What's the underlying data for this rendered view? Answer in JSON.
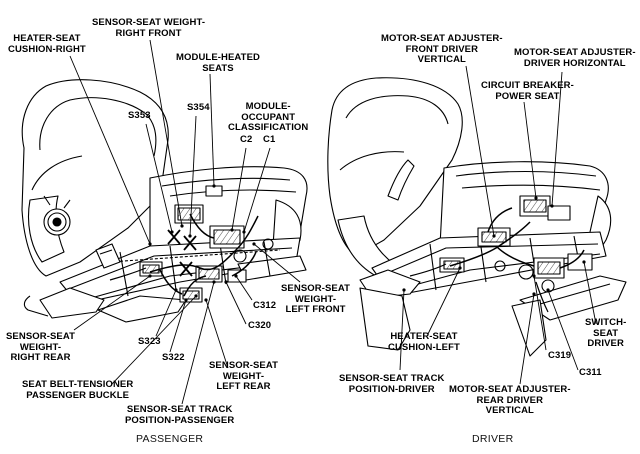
{
  "callouts": {
    "heater_seat_cushion_right": "HEATER-SEAT\nCUSHION-RIGHT",
    "sensor_seat_weight_right_front": "SENSOR-SEAT WEIGHT-\nRIGHT FRONT",
    "module_heated_seats": "MODULE-HEATED\nSEATS",
    "s353": "S353",
    "s354": "S354",
    "module_occupant_classification": "MODULE-\nOCCUPANT\nCLASSIFICATION",
    "c2": "C2",
    "c1": "C1",
    "sensor_seat_weight_left_front": "SENSOR-SEAT\nWEIGHT-\nLEFT FRONT",
    "c312": "C312",
    "c320": "C320",
    "sensor_seat_weight_right_rear": "SENSOR-SEAT\nWEIGHT-\nRIGHT REAR",
    "s323": "S323",
    "s322": "S322",
    "seat_belt_tensioner": "SEAT BELT-TENSIONER\nPASSENGER BUCKLE",
    "sensor_seat_weight_left_rear": "SENSOR-SEAT\nWEIGHT-\nLEFT REAR",
    "sensor_seat_track_position_passenger": "SENSOR-SEAT TRACK\nPOSITION-PASSENGER",
    "motor_seat_adjuster_front_driver_vertical": "MOTOR-SEAT ADJUSTER-\nFRONT DRIVER\nVERTICAL",
    "motor_seat_adjuster_driver_horizontal": "MOTOR-SEAT ADJUSTER-\nDRIVER HORIZONTAL",
    "circuit_breaker_power_seat": "CIRCUIT BREAKER-\nPOWER SEAT",
    "switch_seat_driver": "SWITCH-\nSEAT\nDRIVER",
    "heater_seat_cushion_left": "HEATER-SEAT\nCUSHION-LEFT",
    "c319": "C319",
    "c311": "C311",
    "sensor_seat_track_position_driver": "SENSOR-SEAT TRACK\nPOSITION-DRIVER",
    "motor_seat_adjuster_rear_driver_vertical": "MOTOR-SEAT ADJUSTER-\nREAR DRIVER\nVERTICAL"
  },
  "captions": {
    "passenger": "PASSENGER",
    "driver": "DRIVER"
  }
}
